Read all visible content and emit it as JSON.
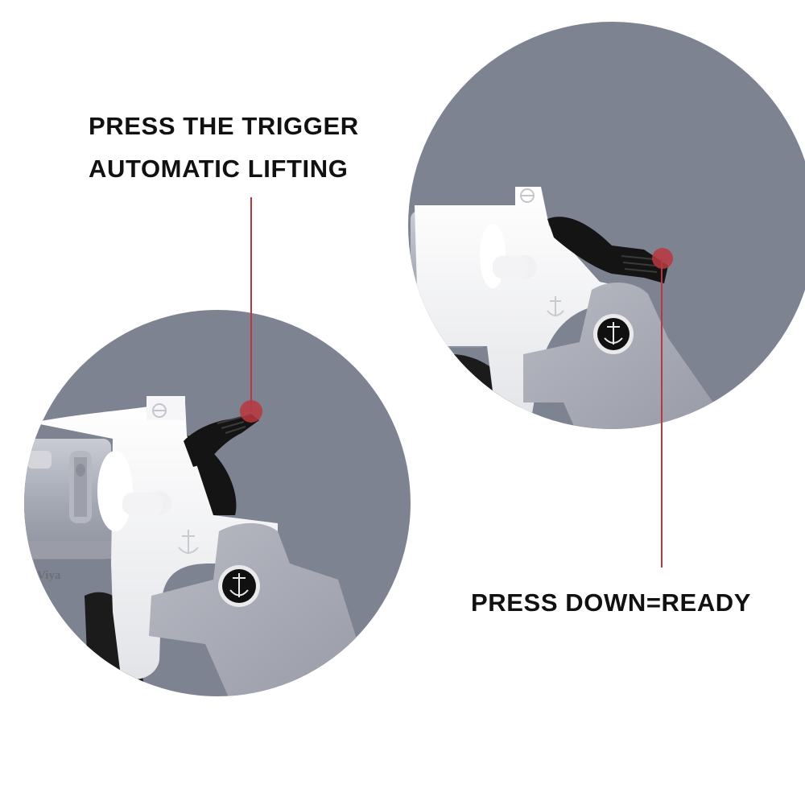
{
  "callouts": {
    "trigger_lift": {
      "line1": "PRESS THE TRIGGER",
      "line2": "AUTOMATIC LIFTING"
    },
    "ready": {
      "text": "PRESS DOWN=READY"
    }
  },
  "product_marking": "Viya",
  "icons": {
    "grip_emblem": "anchor-logo-icon",
    "frame_emblem": "anchor-engraving-icon",
    "sight": "target-sight-icon"
  },
  "colors": {
    "circle_background": "#7e8392",
    "marker": "#b9373f",
    "gun_white": "#f4f4f4",
    "gun_grey": "#a8abb5",
    "gun_black": "#141414"
  }
}
